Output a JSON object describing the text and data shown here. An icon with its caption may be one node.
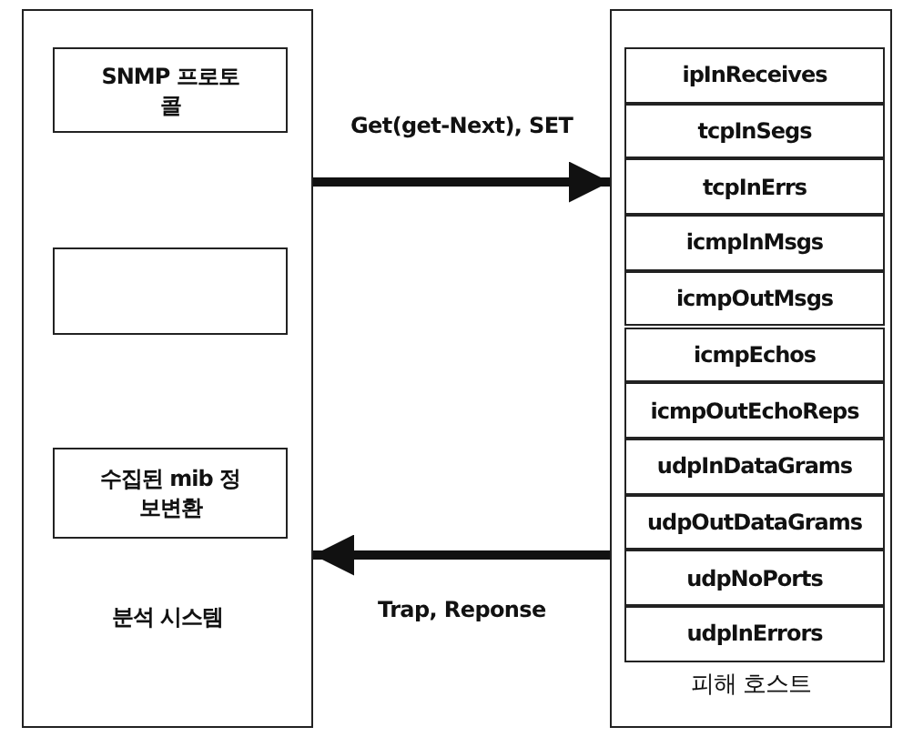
{
  "diagram": {
    "nodes": [
      {
        "text": [
          "분석 시스템"
        ]
      },
      {
        "text": [
          "SNMP 프로토콜"
        ],
        "in": 0
      },
      {
        "text": [],
        "shape": "box",
        "in": 0
      },
      {
        "text": [
          "수집된 mib 정보변환"
        ],
        "in": 0
      },
      {
        "text": [
          "피해 호스트"
        ]
      },
      {
        "text": [
          "ipInReceives"
        ],
        "in": 4
      },
      {
        "text": [
          "tcpInSegs"
        ],
        "in": 4
      },
      {
        "text": [
          "tcpInErrs"
        ],
        "in": 4
      },
      {
        "text": [
          "icmpInMsgs"
        ],
        "in": 4
      },
      {
        "text": [
          "icmpOutMsgs"
        ],
        "in": 4
      },
      {
        "text": [
          "icmpEchos"
        ],
        "in": 4
      },
      {
        "text": [
          "icmpOutEchoReps"
        ],
        "in": 4
      },
      {
        "text": [
          "udpInDataGrams"
        ],
        "in": 4
      },
      {
        "text": [
          "udpOutDataGrams"
        ],
        "in": 4
      },
      {
        "text": [
          "udpNoPorts"
        ],
        "in": 4
      },
      {
        "text": [
          "udpInErrors"
        ],
        "in": 4
      }
    ],
    "edges": [
      {
        "from": 0,
        "to": 4,
        "arrow": "to",
        "label": "Get(get-Next), SET"
      },
      {
        "from": 4,
        "to": 0,
        "arrow": "to",
        "label": "Trap, Reponse"
      }
    ]
  }
}
